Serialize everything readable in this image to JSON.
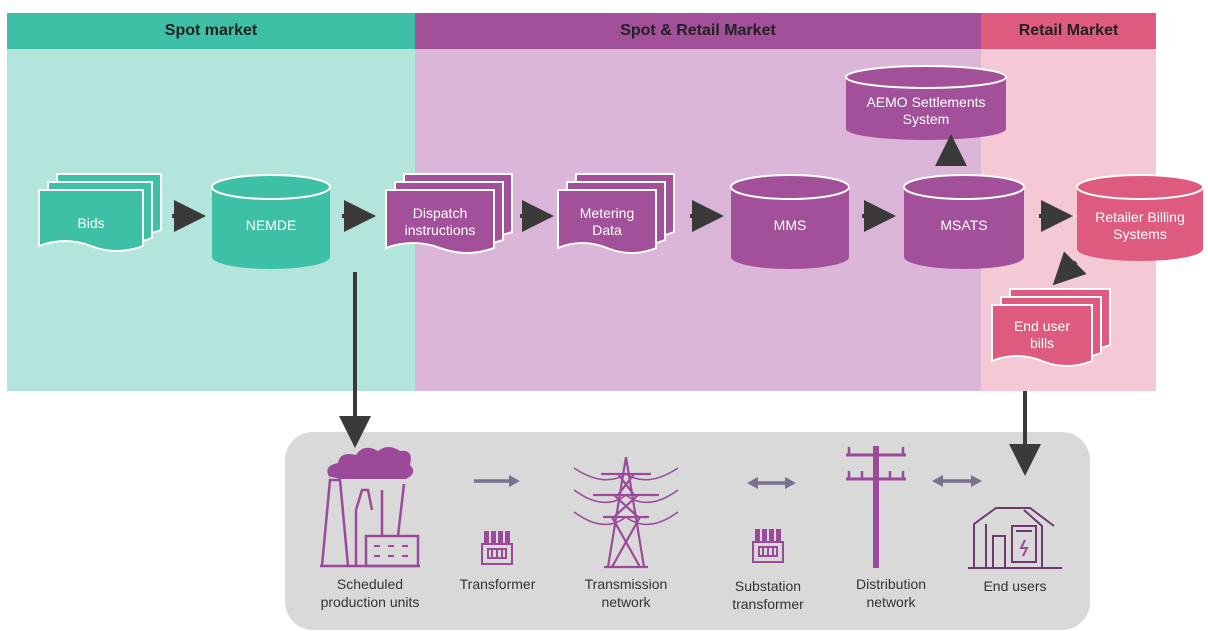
{
  "zones": {
    "spot": {
      "label": "Spot market",
      "color": "#3dc0a5",
      "bg": "#b3e5dd"
    },
    "spot_retail": {
      "label": "Spot & Retail Market",
      "color": "#a2509a",
      "bg": "#dbb6d8"
    },
    "retail": {
      "label": "Retail Market",
      "color": "#de5b7f",
      "bg": "#f4c8d4"
    }
  },
  "nodes": {
    "bids": "Bids",
    "nemde": "NEMDE",
    "dispatch": [
      "Dispatch",
      "instructions"
    ],
    "metering": [
      "Metering",
      "Data"
    ],
    "mms": "MMS",
    "msats": "MSATS",
    "settlements": [
      "AEMO Settlements",
      "System"
    ],
    "retailer_billing": [
      "Retailer Billing",
      "Systems"
    ],
    "end_user_bills": [
      "End user",
      "bills"
    ]
  },
  "physical": {
    "panel_color": "#d9d9d9",
    "items": [
      {
        "icon": "factory-icon",
        "label": [
          "Scheduled",
          "production units"
        ]
      },
      {
        "icon": "transformer-icon",
        "label": [
          "Transformer"
        ]
      },
      {
        "icon": "transmission-tower-icon",
        "label": [
          "Transmission",
          "network"
        ]
      },
      {
        "icon": "substation-transformer-icon",
        "label": [
          "Substation",
          "transformer"
        ]
      },
      {
        "icon": "distribution-pole-icon",
        "label": [
          "Distribution",
          "network"
        ]
      },
      {
        "icon": "house-icon",
        "label": [
          "End users"
        ]
      }
    ]
  },
  "colors": {
    "arrow": "#3a3a3a",
    "physical_arrow": "#7a7090",
    "icon_purple": "#9b4a9a"
  }
}
